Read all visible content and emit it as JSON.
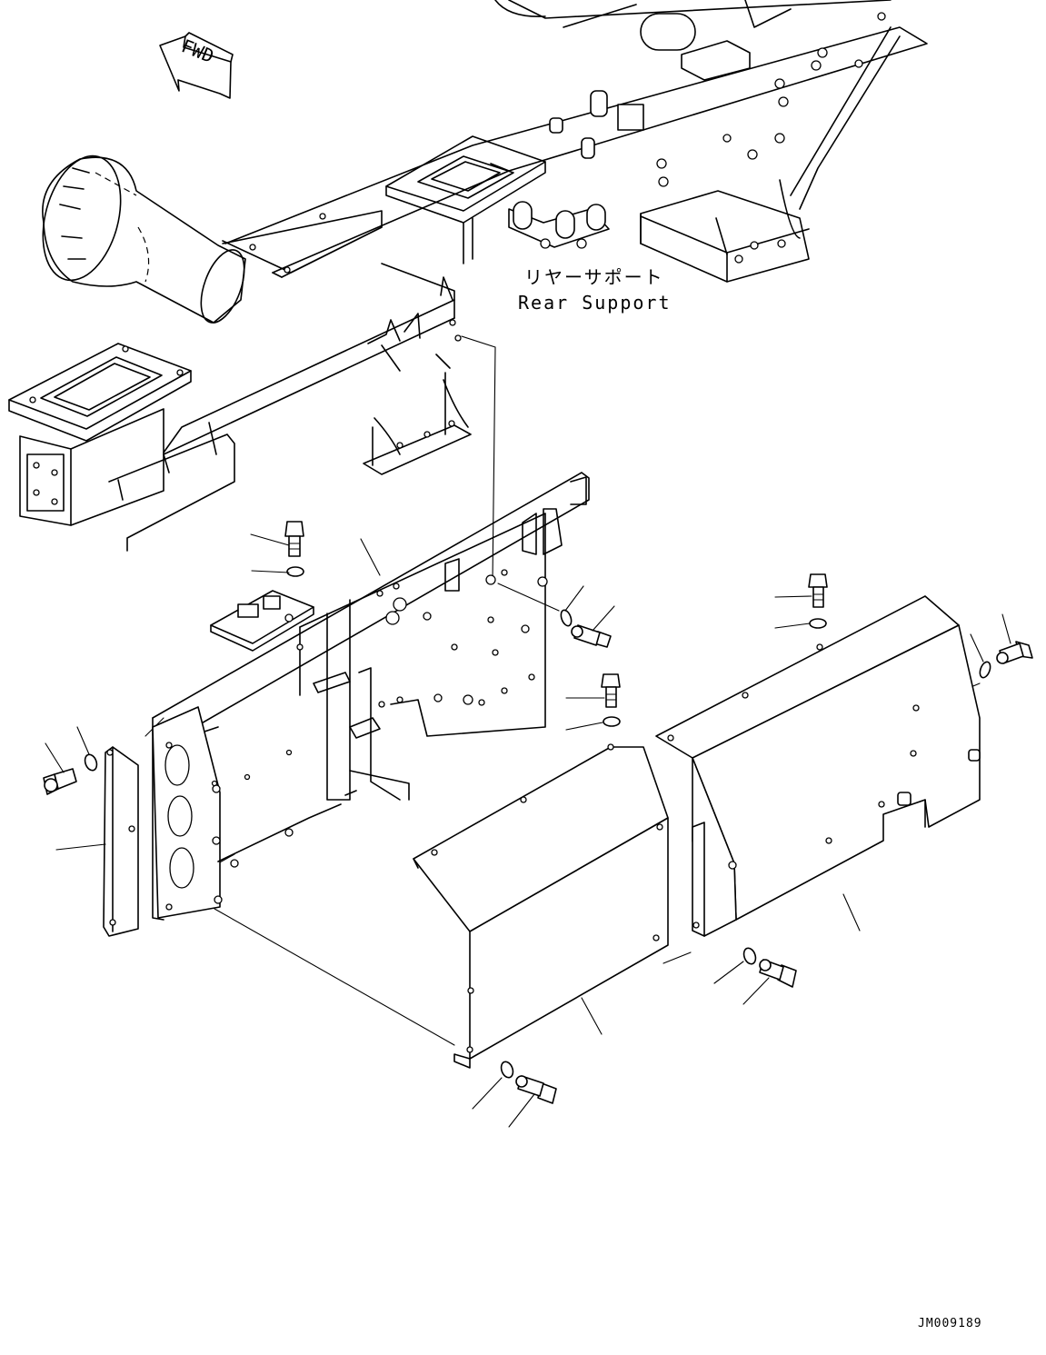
{
  "rear_support": {
    "label_jp": "リヤーサポート",
    "label_en": "Rear Support"
  },
  "direction_arrow": {
    "text": "FWD"
  },
  "drawing_code": "JM009189",
  "colors": {
    "line": "#000000",
    "background": "#ffffff"
  }
}
